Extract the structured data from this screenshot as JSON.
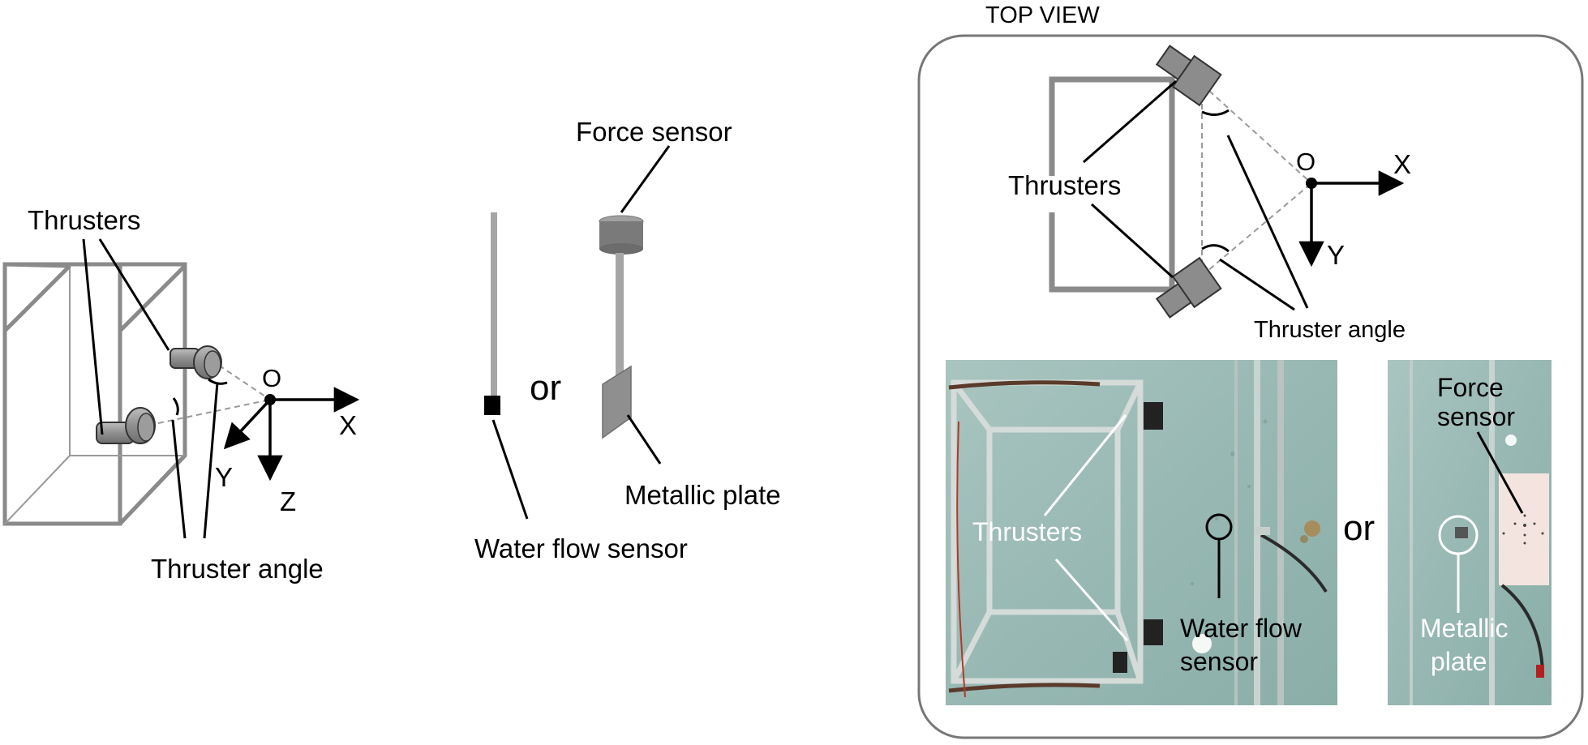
{
  "panel_left": {
    "thrusters_label": "Thrusters",
    "thruster_angle_label": "Thruster angle",
    "axis_origin": "O",
    "axis_x": "X",
    "axis_y": "Y",
    "axis_z": "Z"
  },
  "panel_middle": {
    "force_sensor_label": "Force sensor",
    "or_label": "or",
    "metallic_plate_label": "Metallic plate",
    "water_flow_sensor_label": "Water flow sensor"
  },
  "panel_right": {
    "top_view_title": "TOP VIEW",
    "thrusters_label": "Thrusters",
    "thruster_angle_label": "Thruster angle",
    "axis_origin": "O",
    "axis_x": "X",
    "axis_y": "Y",
    "photo_left": {
      "thrusters_label": "Thrusters",
      "water_flow_line1": "Water flow",
      "water_flow_line2": "sensor"
    },
    "or_label": "or",
    "photo_right": {
      "force_line1": "Force",
      "force_line2": "sensor",
      "plate_line1": "Metallic",
      "plate_line2": "plate"
    }
  },
  "colors": {
    "frame_gray": "#8a8a8a",
    "part_gray": "#8c8c8c",
    "line_black": "#000000",
    "water_teal": "#9fbcb7",
    "water_teal_dark": "#7fa39e"
  }
}
